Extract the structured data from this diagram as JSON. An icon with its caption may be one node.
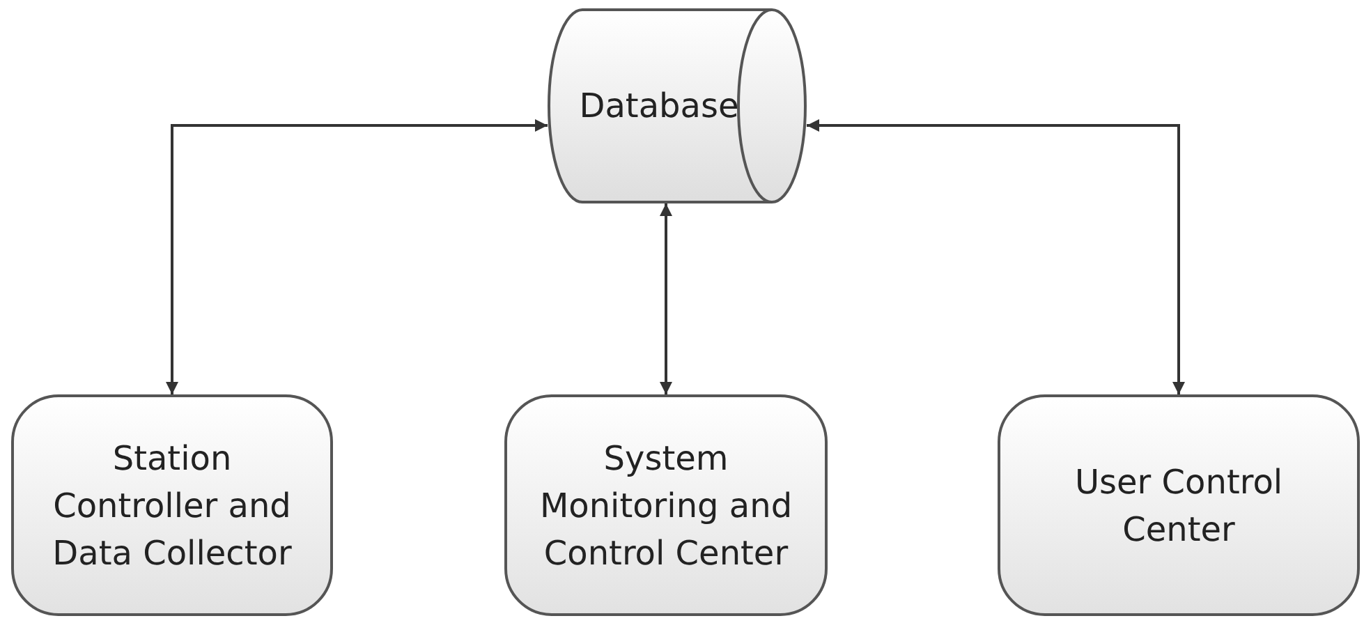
{
  "diagram": {
    "nodes": [
      {
        "text": [
          "Database"
        ]
      },
      {
        "text": [
          "Station Controller and Data Collector"
        ]
      },
      {
        "text": [
          "System Monitoring and Control Center"
        ]
      },
      {
        "text": [
          "User Control Center"
        ]
      }
    ],
    "edges": [
      {
        "from": 0,
        "to": 1,
        "arrow": "both"
      },
      {
        "from": 0,
        "to": 2,
        "arrow": "both"
      },
      {
        "from": 0,
        "to": 3,
        "arrow": "both"
      }
    ]
  }
}
